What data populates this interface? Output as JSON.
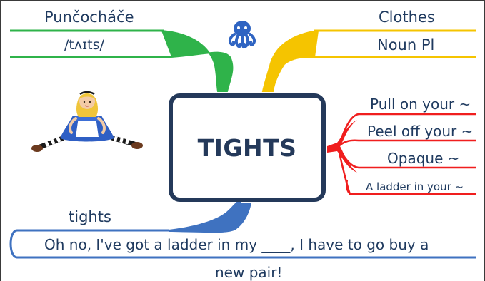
{
  "center": {
    "label": "TIGHTS"
  },
  "branches": {
    "translation": {
      "word": "Punčocháče",
      "pronunciation": "/tʌɪts/"
    },
    "grammar": {
      "category": "Clothes",
      "part_of_speech": "Noun Pl"
    },
    "collocations": [
      "Pull on your ~",
      "Peel off your ~",
      "Opaque ~",
      "A ladder in your ~"
    ],
    "example": {
      "answer": "tights",
      "sentence_line1": "Oh no, I've got a ladder in my ____, I have to go buy a",
      "sentence_line2": "new pair!"
    }
  },
  "colors": {
    "green": "#2fb34a",
    "yellow": "#f5c400",
    "red": "#f01e1e",
    "blue": "#3f72c0",
    "navy": "#24395a"
  },
  "icons": {
    "logo": "octopus-icon",
    "illustration": "alice-in-tights-illustration"
  }
}
